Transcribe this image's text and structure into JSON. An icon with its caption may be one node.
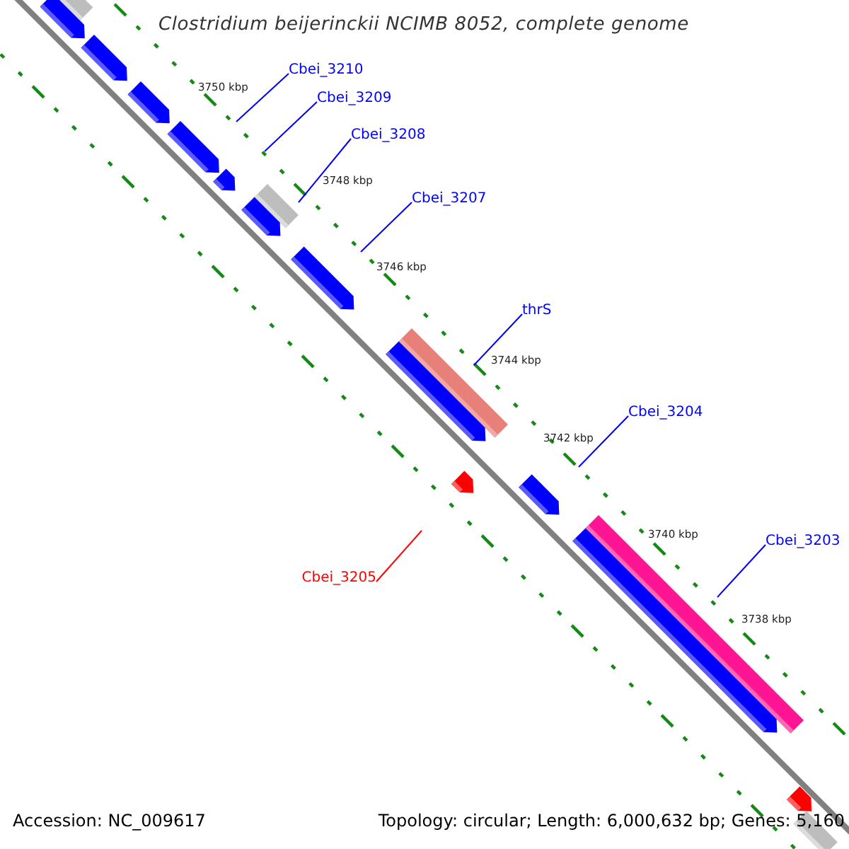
{
  "diagram": {
    "title": "Clostridium beijerinckii NCIMB 8052, complete genome",
    "nodes": [
      {
        "text": [
          "Cbei_3210"
        ]
      },
      {
        "text": [
          "Cbei_3209"
        ]
      },
      {
        "text": [
          "Cbei_3208"
        ]
      },
      {
        "text": [
          "Cbei_3207"
        ]
      },
      {
        "text": [
          "thrS"
        ]
      },
      {
        "text": [
          "Cbei_3204"
        ]
      },
      {
        "text": [
          "Cbei_3205"
        ]
      },
      {
        "text": [
          "Cbei_3203"
        ]
      }
    ],
    "edges": [
      {
        "from": 0,
        "to": null,
        "arrow": "none"
      },
      {
        "from": 1,
        "to": null,
        "arrow": "none"
      },
      {
        "from": 2,
        "to": null,
        "arrow": "none"
      },
      {
        "from": 3,
        "to": null,
        "arrow": "none"
      },
      {
        "from": 4,
        "to": null,
        "arrow": "none"
      },
      {
        "from": 5,
        "to": null,
        "arrow": "none"
      },
      {
        "from": 6,
        "to": null,
        "arrow": "none",
        "color": "#ff0000"
      },
      {
        "from": 7,
        "to": null,
        "arrow": "none"
      }
    ],
    "labels": [
      "3750 kbp",
      "3748 kbp",
      "3746 kbp",
      "3744 kbp",
      "3742 kbp",
      "3740 kbp",
      "3738 kbp",
      "Accession: NC_009617",
      "Topology: circular; Length: 6,000,632 bp; Genes: 5,160"
    ]
  }
}
